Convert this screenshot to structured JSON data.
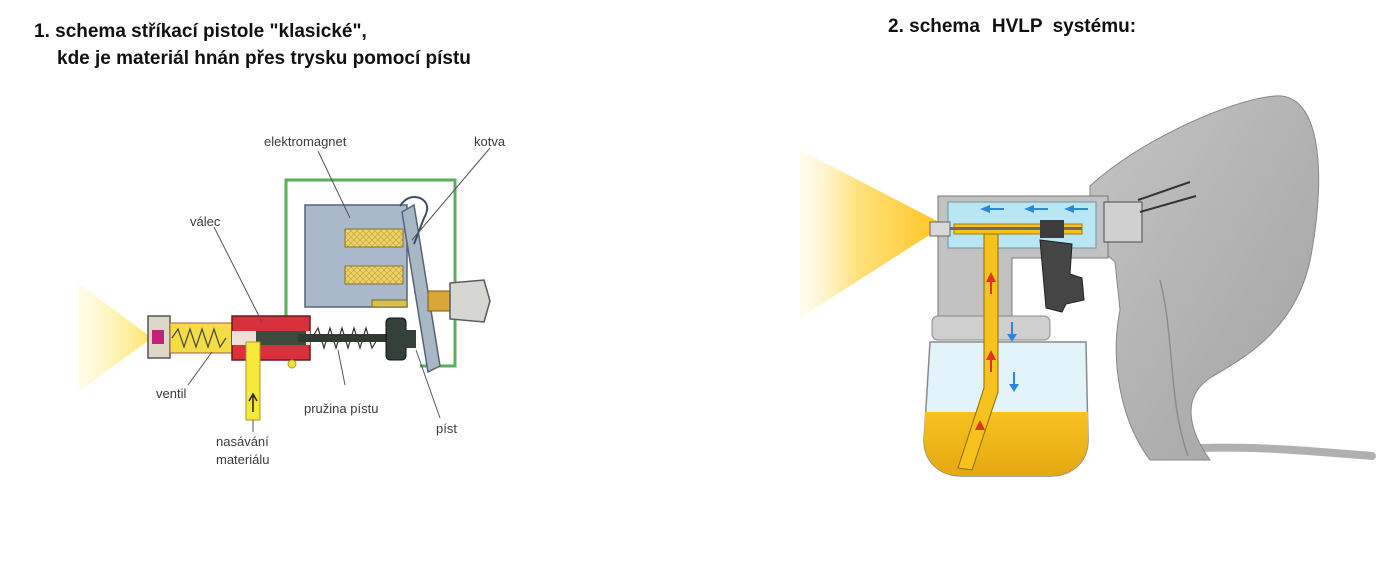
{
  "titles": {
    "left_line1": "1. schema stříkací pistole \"klasické\",",
    "left_line2": "kde je materiál hnán přes trysku pomocí pístu",
    "right_word1": "2. schema",
    "right_word2": "HVLP",
    "right_word3": "systému:"
  },
  "diagram_labels": {
    "elektromagnet": "elektromagnet",
    "kotva": "kotva",
    "valec": "válec",
    "ventil": "ventil",
    "nasavani_line1": "nasávání",
    "nasavani_line2": "materiálu",
    "pruzina": "pružina pístu",
    "pist": "píst"
  },
  "colors": {
    "spray_yellow": "#ffd84a",
    "material_yellow": "#f6c21e",
    "cylinder_red": "#d8303c",
    "frame_green": "#5cae5c",
    "magnet_blue": "#aab8cc",
    "air_blue": "#b8e6f2",
    "gun_gray": "#b3b3b3"
  }
}
